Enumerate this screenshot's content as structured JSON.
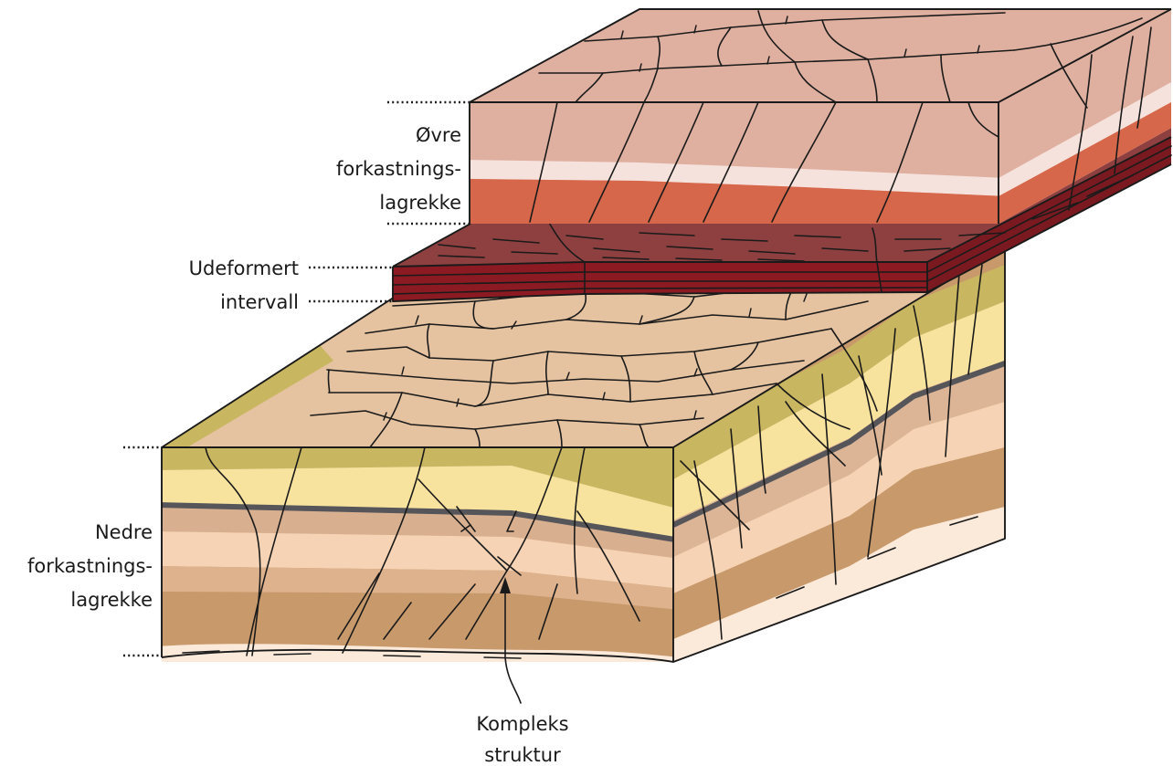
{
  "labels": {
    "upper_sequence": [
      "Øvre",
      "forkastnings-",
      "lagrekke"
    ],
    "undeformed_interval": [
      "Udeformert",
      "intervall"
    ],
    "lower_sequence": [
      "Nedre",
      "forkastnings-",
      "lagrekke"
    ],
    "complex_structure": [
      "Kompleks",
      "struktur"
    ]
  },
  "colors": {
    "upper_top": "#dfb0a0",
    "upper_band_light": "#f6e2dc",
    "upper_band_dark": "#d6674a",
    "undeformed_top": "#8e4040",
    "undeformed_side": "#8b1a22",
    "lower_top": "#e5c3a1",
    "lower_olive": "#c9b660",
    "lower_yellow": "#f7e29e",
    "lower_dark_line": "#55555a",
    "lower_brown": "#c8996b",
    "lower_pale": "#fbe9da"
  }
}
